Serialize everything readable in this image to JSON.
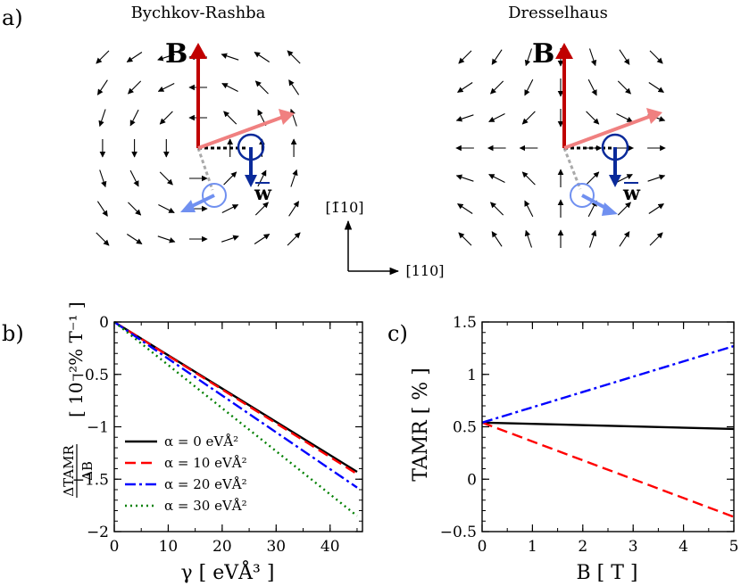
{
  "panel_labels": {
    "a": "a)",
    "b": "b)",
    "c": "c)"
  },
  "panel_a": {
    "left_title": "Bychkov-Rashba",
    "right_title": "Dresselhaus",
    "field_label": "B",
    "velocity_label": "w",
    "axis_up_label": "[1̄10]",
    "axis_right_label": "[110]",
    "colors": {
      "B_arrow": "#c00000",
      "light_arrow": "#f08080",
      "w_arrow": "#0a2a9a",
      "light_blue": "#7090f0"
    }
  },
  "chart_data": [
    {
      "id": "b",
      "type": "line",
      "xlabel": "γ [ eVÅ³ ]",
      "ylabel": "ΔTAMR/ΔB [ 10⁻²% T⁻¹ ]",
      "ylabel_frac_num": "ΔTAMR",
      "ylabel_frac_den": "ΔB",
      "ylabel_unit": "[ 10⁻²% T⁻¹ ]",
      "xlim": [
        0,
        46
      ],
      "ylim": [
        -2,
        0
      ],
      "xticks": [
        0,
        10,
        20,
        30,
        40
      ],
      "yticks": [
        0,
        -0.5,
        -1,
        -1.5,
        -2
      ],
      "grid": false,
      "legend_position": "lower-left",
      "series": [
        {
          "name": "α = 0 eVÅ²",
          "color": "#000000",
          "dash": "none",
          "x": [
            0,
            45
          ],
          "y": [
            0,
            -1.43
          ]
        },
        {
          "name": "α = 10 eVÅ²",
          "color": "#ff0000",
          "dash": "12,6",
          "x": [
            0,
            45
          ],
          "y": [
            0,
            -1.45
          ]
        },
        {
          "name": "α = 20 eVÅ²",
          "color": "#0000ff",
          "dash": "12,4,3,4",
          "x": [
            0,
            45
          ],
          "y": [
            0,
            -1.58
          ]
        },
        {
          "name": "α = 30 eVÅ²",
          "color": "#008000",
          "dash": "2,4",
          "x": [
            0,
            45
          ],
          "y": [
            0,
            -1.85
          ]
        }
      ]
    },
    {
      "id": "c",
      "type": "line",
      "xlabel": "B [ T ]",
      "ylabel": "TAMR [ % ]",
      "xlim": [
        0,
        5
      ],
      "ylim": [
        -0.5,
        1.5
      ],
      "xticks": [
        0,
        1,
        2,
        3,
        4,
        5
      ],
      "yticks": [
        1.5,
        1,
        0.5,
        0,
        -0.5
      ],
      "grid": false,
      "series": [
        {
          "color": "#000000",
          "dash": "none",
          "x": [
            0,
            5
          ],
          "y": [
            0.54,
            0.48
          ]
        },
        {
          "color": "#ff0000",
          "dash": "12,6",
          "x": [
            0,
            5
          ],
          "y": [
            0.54,
            -0.36
          ]
        },
        {
          "color": "#0000ff",
          "dash": "12,4,3,4",
          "x": [
            0,
            5
          ],
          "y": [
            0.54,
            1.27
          ]
        }
      ]
    }
  ]
}
